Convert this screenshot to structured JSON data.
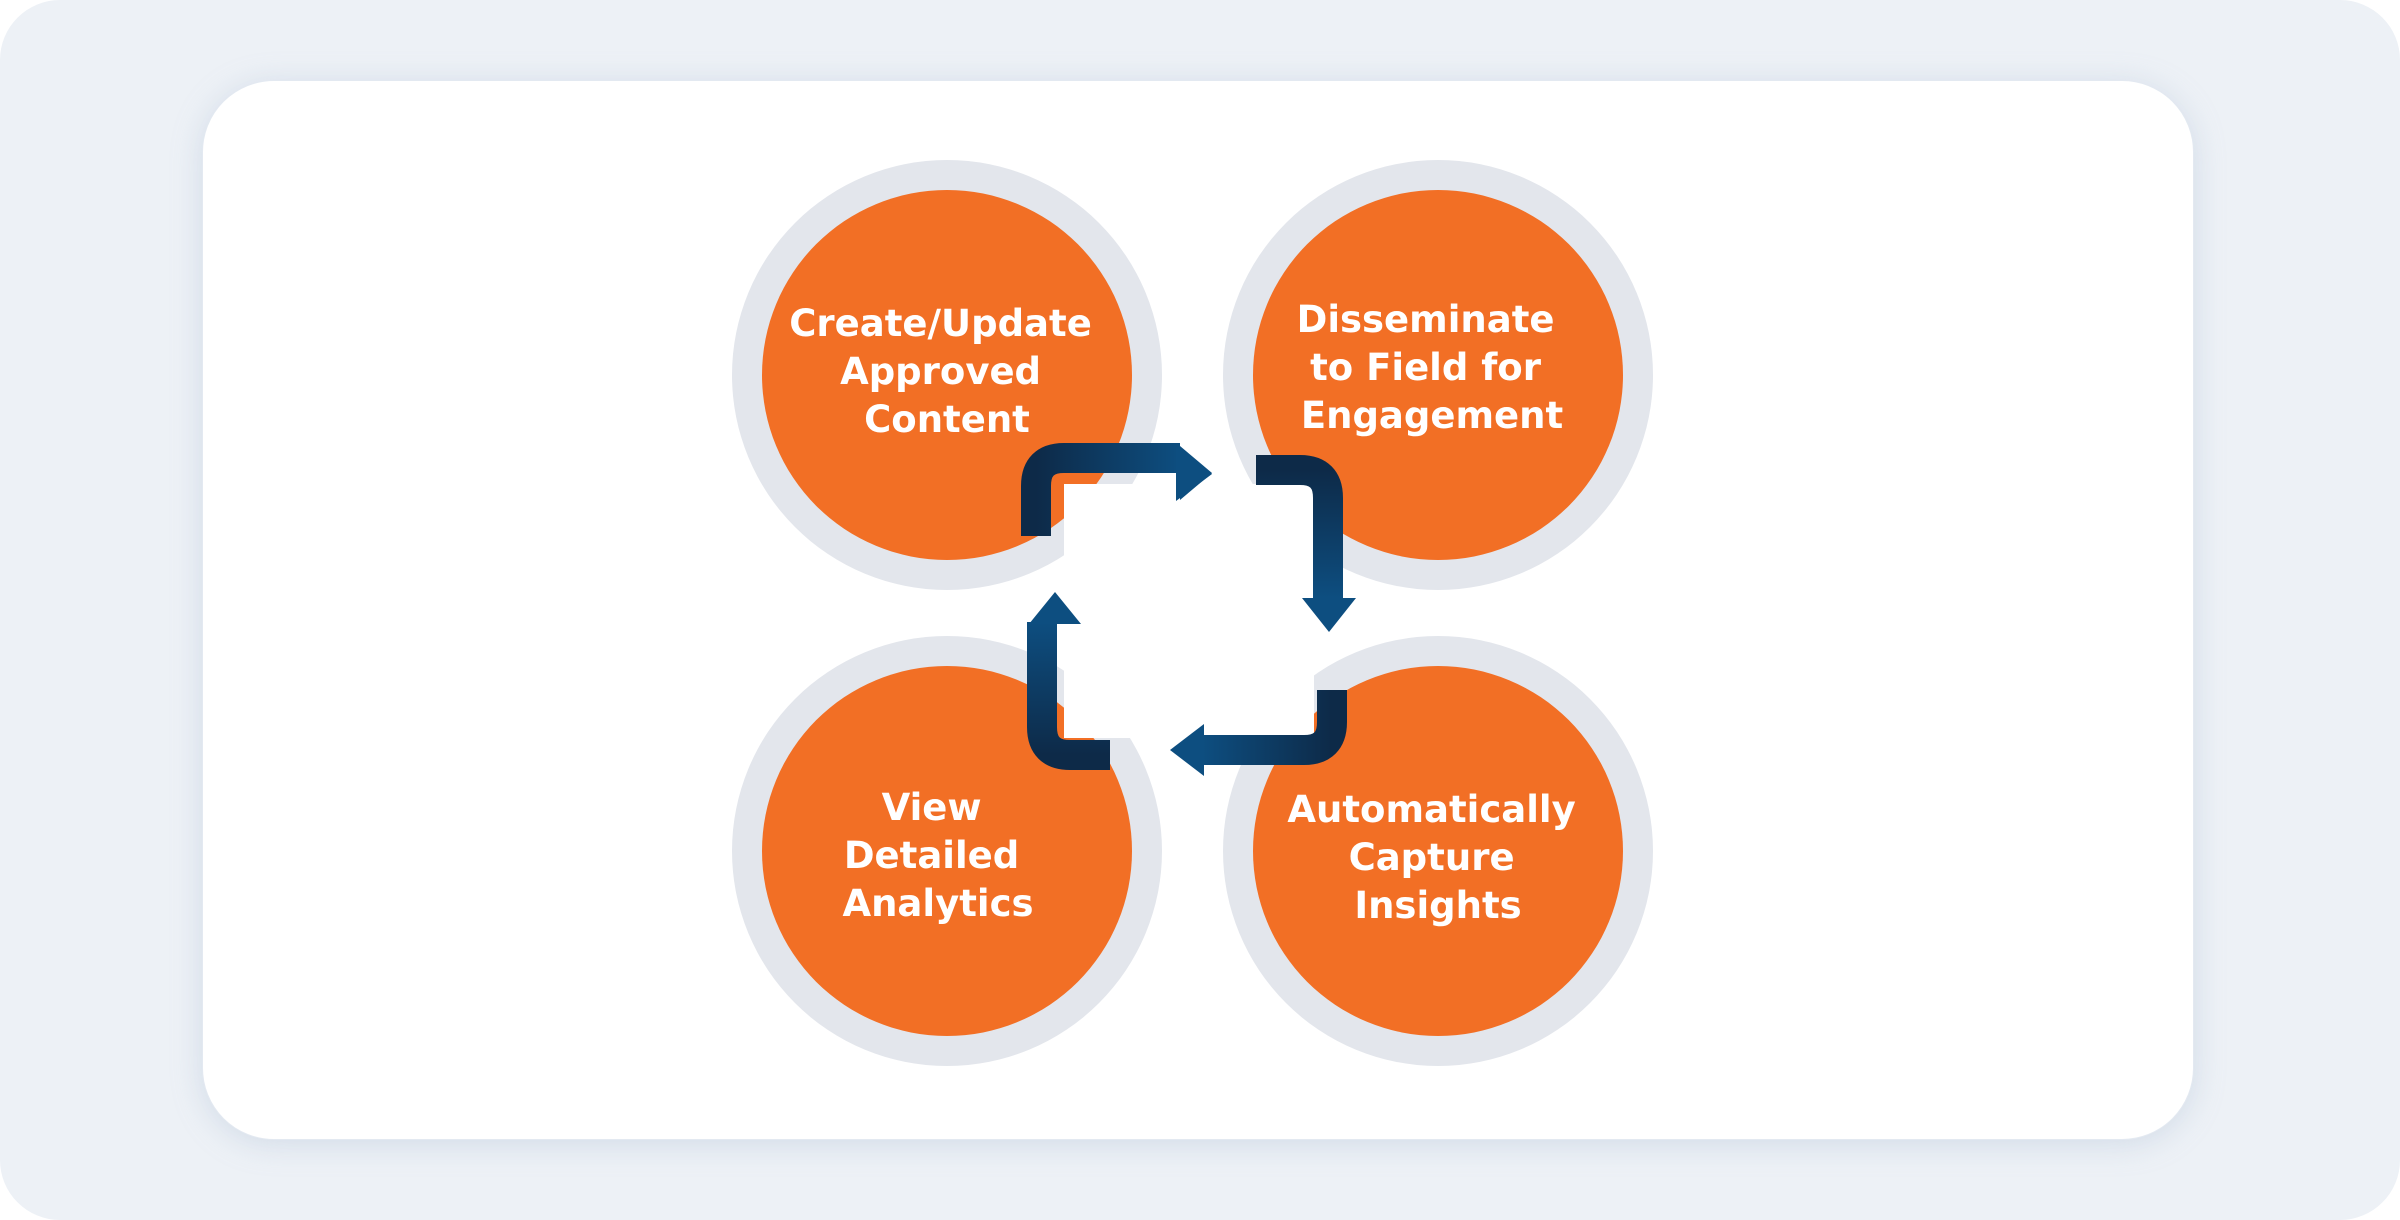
{
  "colors": {
    "page_background": "#edf1f6",
    "card_background": "#ffffff",
    "circle_ring": "#e3e6ec",
    "circle_fill": "#f26f25",
    "arrow_dark": "#0d2a48",
    "arrow_light": "#0d4e80",
    "label_text": "#ffffff"
  },
  "steps": [
    {
      "id": "create",
      "lines": [
        "Create/Update",
        "Approved",
        "Content"
      ],
      "icon": "none"
    },
    {
      "id": "disseminate",
      "lines": [
        "Disseminate",
        "to Field for",
        "Engagement"
      ],
      "icon": "none"
    },
    {
      "id": "capture",
      "lines": [
        "Automatically",
        "Capture",
        "Insights"
      ],
      "icon": "none"
    },
    {
      "id": "analytics",
      "lines": [
        "View",
        "Detailed",
        "Analytics"
      ],
      "icon": "none"
    }
  ],
  "cycle": {
    "direction": "clockwise",
    "arrow_icons": [
      "arrow-right-icon",
      "arrow-down-icon",
      "arrow-left-icon",
      "arrow-up-icon"
    ]
  }
}
